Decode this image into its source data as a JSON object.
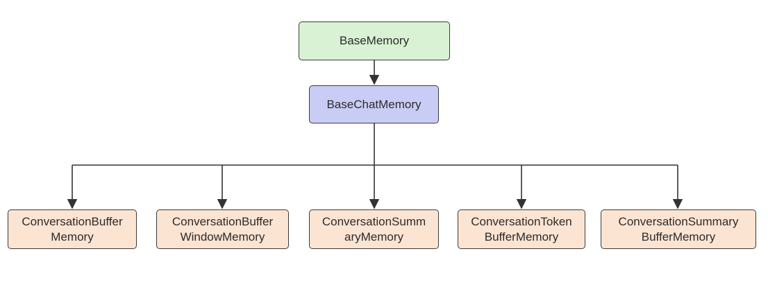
{
  "diagram": {
    "root": {
      "label": "BaseMemory",
      "color": "#d9f2d3"
    },
    "mid": {
      "label": "BaseChatMemory",
      "color": "#c9cdf5"
    },
    "leaves": [
      {
        "line1": "ConversationBuffer",
        "line2": "Memory"
      },
      {
        "line1": "ConversationBuffer",
        "line2": "WindowMemory"
      },
      {
        "line1": "ConversationSumm",
        "line2": "aryMemory"
      },
      {
        "line1": "ConversationToken",
        "line2": "BufferMemory"
      },
      {
        "line1": "ConversationSummary",
        "line2": "BufferMemory"
      }
    ],
    "leaf_color": "#fbe4d2",
    "edge_color": "#333333"
  }
}
